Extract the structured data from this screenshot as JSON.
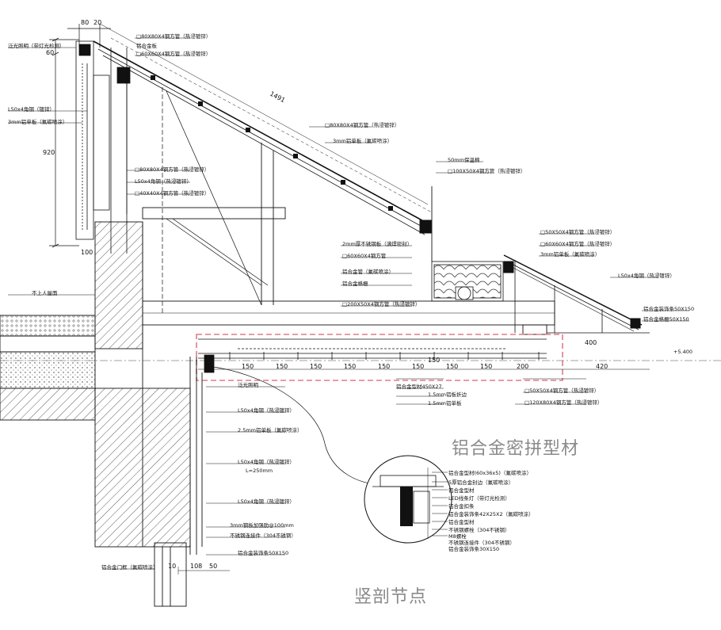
{
  "captions": {
    "main": "竖剖节点",
    "side": "铝合金密拼型材"
  },
  "dimensions": {
    "top_80": "80",
    "top_20": "20",
    "d_1491": "1491",
    "d_920": "920",
    "d_100": "100",
    "d_150_list": [
      "150",
      "150",
      "150",
      "150",
      "150",
      "150",
      "150",
      "150",
      "150",
      "200"
    ],
    "d_420": "420",
    "d_400": "400",
    "d_108": "108",
    "d_50": "50",
    "d_60": "60",
    "d_10": "10"
  },
  "labels": {
    "l_top_left": "泛光照明（带灯光检测）",
    "l_a": "铝合金板",
    "l_b": "L50x4角钢（镀锌）",
    "l_c": "3mm铝单板（氟碳喷涂）",
    "l_d": "□80X80X4钢方管（热浸镀锌）",
    "l_e": "□60X60X4钢方管（热浸镀锌）",
    "l_f": "□80X80X4钢方管（热浸镀锌）",
    "l_g": "3mm铝单板（氟碳喷涂）",
    "l_h": "□80X80X4钢方管（热浸镀锌）",
    "l_i": "L50x4角钢（热浸镀锌）",
    "l_j": "□40X40X4钢方管（热浸镀锌）",
    "l_k": "50mm保温棉",
    "l_l": "□100X50X4钢方管（热浸镀锌）",
    "l_m": "2mm厚不锈钢板（满焊密封）",
    "l_n": "□60X60X4钢方管",
    "l_o": "铝合金管（氟碳喷涂）",
    "l_p": "铝合金格栅",
    "l_q": "□200X50X4钢方管（热浸镀锌）",
    "l_r": "□50X50X4钢方管（热浸镀锌）",
    "l_s": "□60X60X4钢方管（热浸镀锌）",
    "l_t": "3mm铝单板（氟碳喷涂）",
    "l_u": "L50x4角钢（热浸镀锌）",
    "l_v": "铝合金装饰条50X150",
    "l_w": "铝合金格栅50X150",
    "l_x": "铝合金型材450X27",
    "l_y": "1.5mm铝板折边",
    "l_z": "1.5mm铝单板",
    "l_aa": "□50X50X4钢方管（热浸镀锌）",
    "l_ab": "□120X80X4钢方管（热浸镀锌）",
    "l_ac": "泛光照明",
    "l_ad": "L50x4角钢（热浸镀锌）",
    "l_ae": "2.5mm铝单板（氟碳喷涂）",
    "l_af": "L50x4角钢（热浸镀锌）",
    "l_ag": "L=250mm",
    "l_ah": "L50x4角钢（热浸镀锌）",
    "l_ai": "3mm钢板加强肋@100mm",
    "l_aj": "不锈钢连接件（304不锈钢）",
    "l_ak": "铝合金装饰条50X150",
    "l_al": "铝合金门框（氟碳喷涂）",
    "l_am": "不上人屋面",
    "l_an": "+5.400",
    "d1": "铝合金型材(60x36x5)（氟碳喷涂）",
    "d2": "5厚铝合金封边（氟碳喷涂）",
    "d3": "铝合金型材",
    "d4": "LED线条灯（带灯光检测）",
    "d5": "铝合金扣条",
    "d6": "铝合金装饰条42X25X2（氟碳喷涂）",
    "d7": "铝合金型材",
    "d8": "不锈钢螺栓（304不锈钢）",
    "d9": "M8螺栓",
    "d10": "不锈钢连接件（304不锈钢）",
    "d11": "铝合金装饰条30X150"
  }
}
